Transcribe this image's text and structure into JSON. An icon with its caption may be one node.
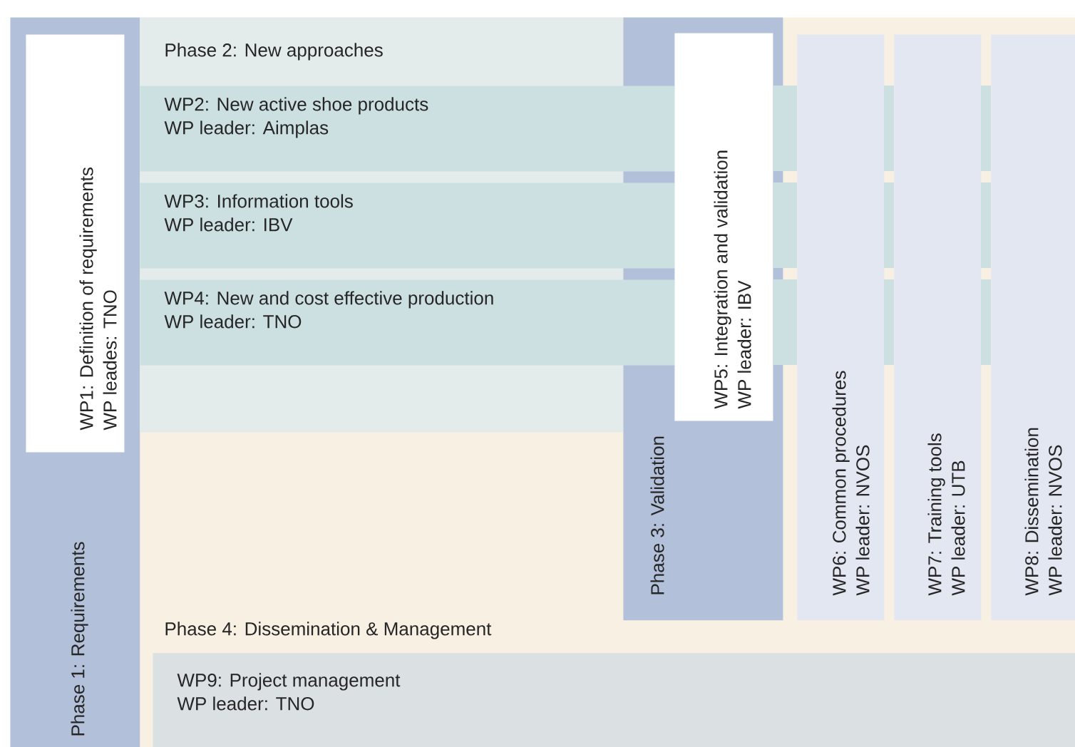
{
  "diagram": {
    "nodes": [
      {
        "text": [
          "Phase 1: Requirements"
        ]
      },
      {
        "text": [
          "WP1: Definition of requirements",
          "WP leades: TNO"
        ],
        "in": 0
      },
      {
        "text": [
          "Phase 4: Dissemination & Management"
        ]
      },
      {
        "text": [
          "Phase 2: New approaches"
        ],
        "in": 2
      },
      {
        "text": [
          "WP2: New active shoe products",
          "WP leader: Aimplas"
        ],
        "in": 2
      },
      {
        "text": [
          "WP3: Information tools",
          "WP leader: IBV"
        ],
        "in": 2
      },
      {
        "text": [
          "WP4: New and cost effective production",
          "WP leader: TNO"
        ],
        "in": 2
      },
      {
        "text": [
          "Phase 3: Validation"
        ],
        "in": 2
      },
      {
        "text": [
          "WP5: Integration and validation",
          "WP leader: IBV"
        ],
        "in": 7
      },
      {
        "text": [
          "WP6: Common procedures",
          "WP leader: NVOS"
        ],
        "in": 2
      },
      {
        "text": [
          "WP7: Training tools",
          "WP leader: UTB"
        ],
        "in": 2
      },
      {
        "text": [
          "WP8: Dissemination",
          "WP leader: NVOS"
        ],
        "in": 2
      },
      {
        "text": [
          "WP9: Project management",
          "WP leader: TNO"
        ],
        "in": 2
      }
    ]
  }
}
